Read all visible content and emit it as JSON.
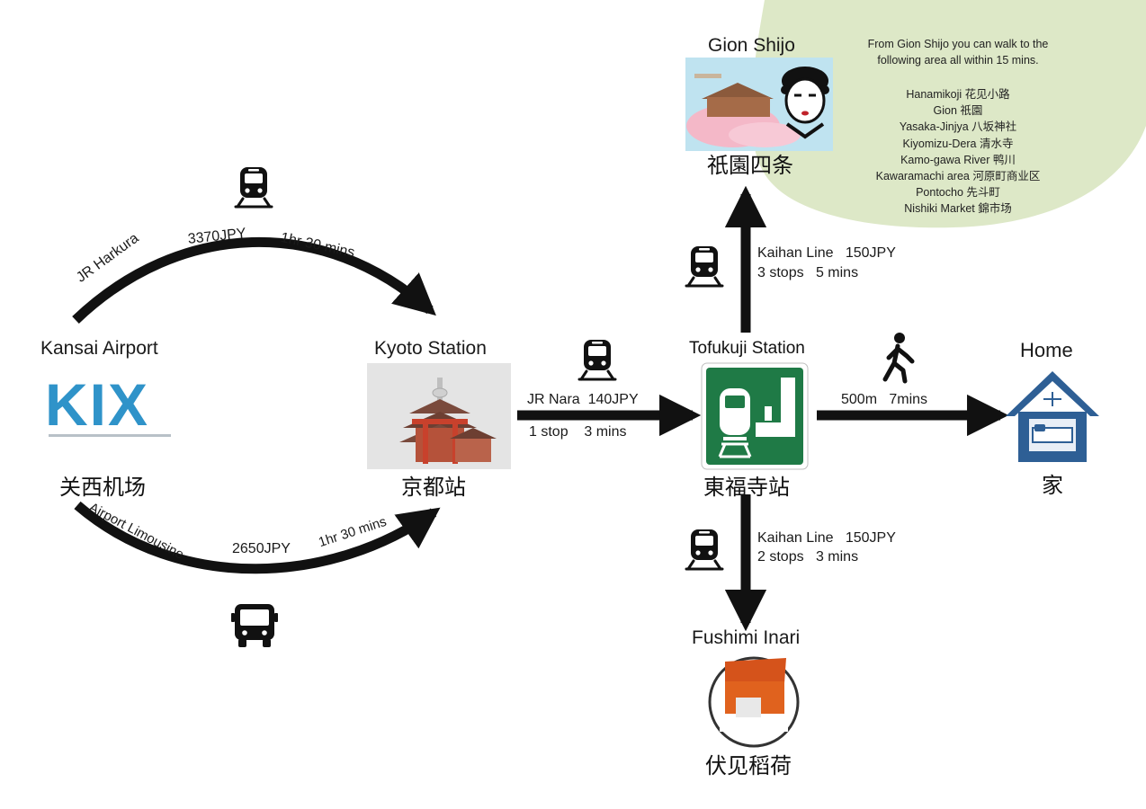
{
  "stations": {
    "kansai": {
      "name_en": "Kansai Airport",
      "name_cn": "关西机场",
      "logo_text": "KIX"
    },
    "kyoto": {
      "name_en": "Kyoto Station",
      "name_cn": "京都站"
    },
    "tofukuji": {
      "name_en": "Tofukuji Station",
      "name_cn": "東福寺站"
    },
    "home": {
      "name_en": "Home",
      "name_cn": "家"
    },
    "gion": {
      "name_en": "Gion Shijo",
      "name_cn": "祇園四条"
    },
    "fushimi": {
      "name_en": "Fushimi Inari",
      "name_cn": "伏见稻荷"
    }
  },
  "routes": {
    "jr_haruka": {
      "line": "JR Harkura",
      "price": "3370JPY",
      "time": "1hr 30 mins"
    },
    "airport_limousine": {
      "line": "Airport Limousine",
      "price": "2650JPY",
      "time": "1hr 30 mins"
    },
    "jr_nara": {
      "line": "JR Nara",
      "price": "140JPY",
      "stops": "1 stop",
      "time": "3 mins"
    },
    "keihan_north": {
      "line": "Kaihan Line",
      "price": "150JPY",
      "stops": "3 stops",
      "time": "5 mins"
    },
    "keihan_south": {
      "line": "Kaihan Line",
      "price": "150JPY",
      "stops": "2 stops",
      "time": "3 mins"
    },
    "walk_home": {
      "distance": "500m",
      "time": "7mins"
    }
  },
  "gion_note": {
    "line1": "From Gion Shijo you can walk to the",
    "line2": "following area all within 15 mins.",
    "areas": [
      "Hanamikoji 花见小路",
      "Gion 祇園",
      "Yasaka-Jinjya 八坂神社",
      "Kiyomizu-Dera 清水寺",
      "Kamo-gawa River 鸭川",
      "Kawaramachi area 河原町商业区",
      "Pontocho 先斗町",
      "Nishiki Market 錦市场"
    ]
  },
  "colors": {
    "arrow": "#111111",
    "kix_blue": "#2f93c9",
    "station_sign_green": "#1f7a46",
    "home_blue": "#2e5f95",
    "torii_orange": "#d5531b",
    "note_bubble": "#dde8c7"
  }
}
